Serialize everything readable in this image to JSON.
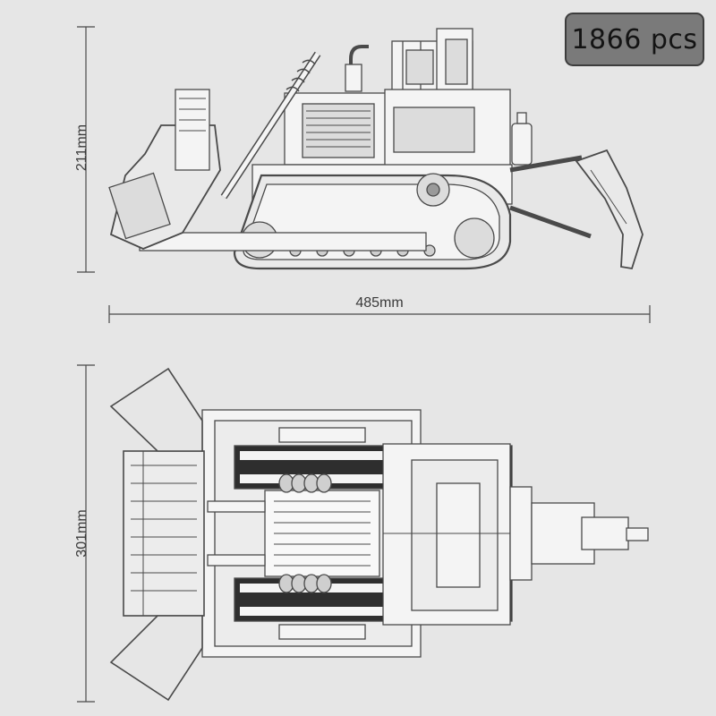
{
  "badge": {
    "text": "1866 pcs"
  },
  "dimensions": {
    "height_label": "211mm",
    "length_label": "485mm",
    "width_label": "301mm"
  },
  "colors": {
    "background": "#e6e6e6",
    "line": "#4a4a4a",
    "fill_light": "#f4f4f4",
    "fill_mid": "#d0d0d0",
    "fill_dark": "#2e2e2e",
    "badge_bg": "#7a7a7a"
  }
}
